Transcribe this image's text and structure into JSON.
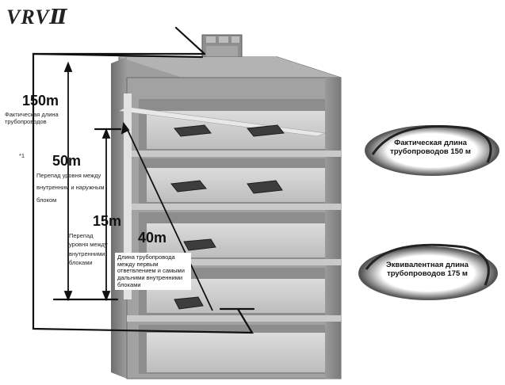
{
  "logo": "VRVⅡ",
  "left_labels": {
    "total_length": "150m",
    "total_length_desc": "Фактическая длина трубопроводов",
    "footnote": "*1",
    "height_diff": "50m",
    "height_diff_desc": "Перепад уровня между внутренним и наружным блоком",
    "indoor_diff": "15m",
    "indoor_diff_desc": "Перепад уровня между внутренними блоками",
    "branch_length": "40m",
    "branch_length_desc": "Длина трубопровода между первым ответвлением и самыми дальними внутренними блоками"
  },
  "swirls": {
    "actual": "Фактическая длина трубопроводов 150 м",
    "equivalent": "Эквивалентная длина трубопроводов 175 м"
  },
  "colors": {
    "line": "#111111",
    "building": "#8a8a8a",
    "floor": "#cfcfcf"
  }
}
